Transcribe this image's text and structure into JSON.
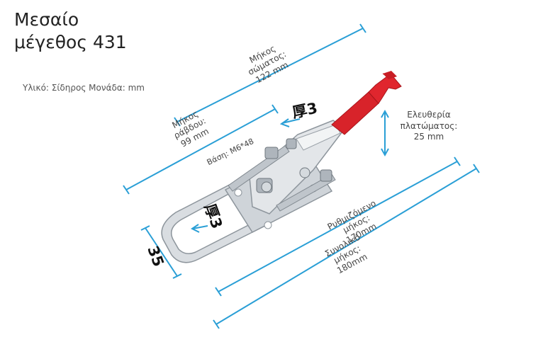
{
  "title_line1": "Μεσαίο",
  "title_line2": "μέγεθος 431",
  "material_note": "Υλικό: Σίδηρος Μονάδα: mm",
  "dimensions": {
    "body_length": {
      "line1": "Μήκος",
      "line2": "σώματος:",
      "line3": "122 mm"
    },
    "rod_length": {
      "line1": "Μήκος",
      "line2": "ράβδου:",
      "line3": "99 mm"
    },
    "base": "Βάση: M6*48",
    "plate_freedom": {
      "line1": "Ελευθερία",
      "line2": "πλατώματος:",
      "line3": "25 mm"
    },
    "adjustable_length": {
      "line1": "Ρυθμιζόμενο",
      "line2": "μήκος:",
      "line3": "170mm"
    },
    "total_length": {
      "line1": "Συνολικό",
      "line2": "μήκος:",
      "line3": "180mm"
    },
    "thickness_top": "厚3",
    "thickness_mid": "厚3",
    "width": "35"
  },
  "colors": {
    "dimension_line": "#2a9fd6",
    "handle": "#d8232a",
    "metal": "#c9ced3"
  }
}
